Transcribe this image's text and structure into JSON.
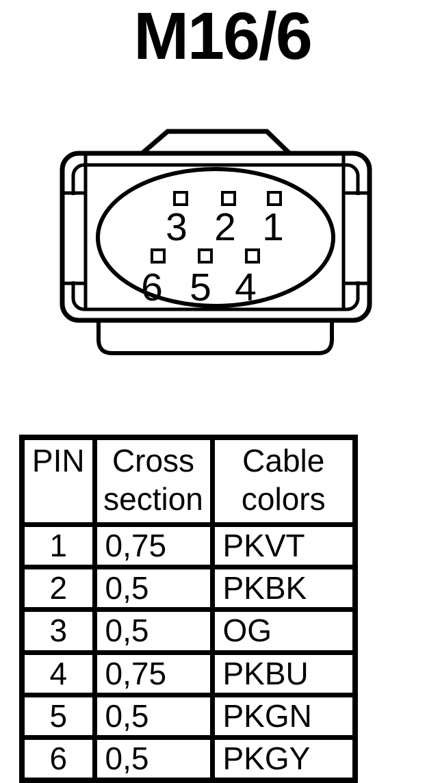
{
  "title": "M16/6",
  "connector": {
    "top_row": [
      "3",
      "2",
      "1"
    ],
    "bottom_row": [
      "6",
      "5",
      "4"
    ]
  },
  "table": {
    "headers": {
      "pin": "PIN",
      "cross_section": "Cross section",
      "cable_colors": "Cable colors"
    },
    "rows": [
      {
        "pin": "1",
        "cross_section": "0,75",
        "cable_color": "PKVT"
      },
      {
        "pin": "2",
        "cross_section": "0,5",
        "cable_color": "PKBK"
      },
      {
        "pin": "3",
        "cross_section": "0,5",
        "cable_color": "OG"
      },
      {
        "pin": "4",
        "cross_section": "0,75",
        "cable_color": "PKBU"
      },
      {
        "pin": "5",
        "cross_section": "0,5",
        "cable_color": "PKGN"
      },
      {
        "pin": "6",
        "cross_section": "0,5",
        "cable_color": "PKGY"
      }
    ]
  },
  "colors": {
    "ink": "#000000",
    "paper": "#ffffff"
  }
}
